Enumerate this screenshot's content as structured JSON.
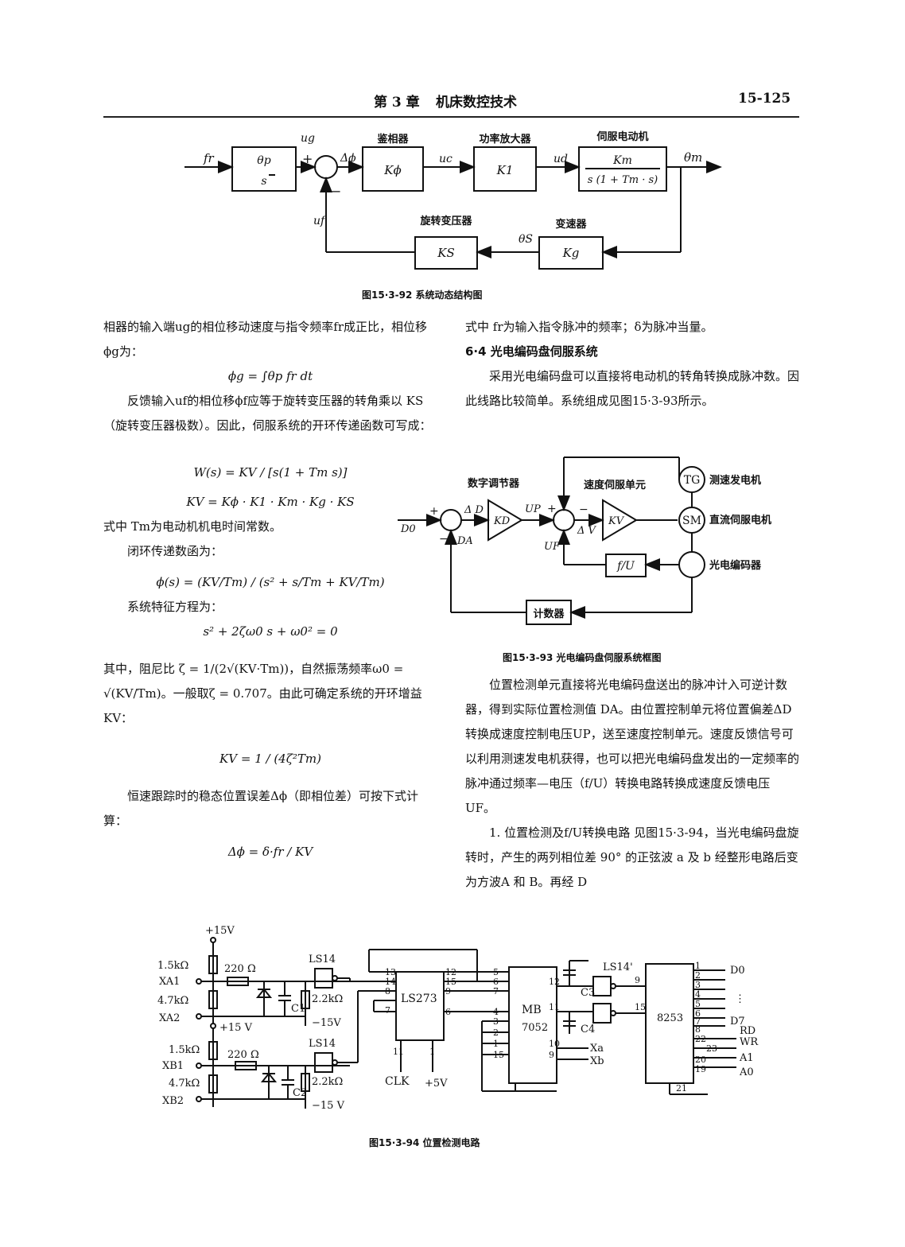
{
  "header": {
    "chapter": "第 3 章",
    "title": "机床数控技术",
    "page": "15-125"
  },
  "fig92": {
    "caption": "图15·3-92  系统动态结构图",
    "blocks": {
      "integrator_num": "θp",
      "integrator_den": "s",
      "phase_label": "鉴相器",
      "phase_gain": "Kϕ",
      "amp_label": "功率放大器",
      "amp_gain": "K1",
      "motor_label": "伺服电动机",
      "motor_num": "Km",
      "motor_den": "s (1 + Tm · s)",
      "resolver_label": "旋转变压器",
      "resolver_gain": "KS",
      "gear_label": "变速器",
      "gear_gain": "Kg"
    },
    "signals": {
      "input": "fr",
      "ug": "ug",
      "plus": "+",
      "minus": "−",
      "dphi": "Δϕ",
      "uc": "uc",
      "ud": "ud",
      "theta_m": "θm",
      "uf": "uf",
      "theta_s": "θS"
    }
  },
  "fig93": {
    "caption": "图15·3-93  光电编码盘伺服系统框图",
    "labels": {
      "digital_regulator": "数字调节器",
      "speed_unit": "速度伺服单元",
      "tg": "TG",
      "tg_label": "测速发电机",
      "sm": "SM",
      "sm_label": "直流伺服电机",
      "encoder_label": "光电编码器",
      "kd": "KD",
      "kv": "KV",
      "fu": "f/U",
      "counter": "计数器",
      "d0": "D0",
      "da": "DA",
      "dd": "Δ D",
      "up": "UP",
      "uf": "UF",
      "dv": "Δ V",
      "plus": "+",
      "minus": "−"
    }
  },
  "fig94": {
    "caption": "图15·3-94  位置检测电路",
    "labels": {
      "v15_top": "+15V",
      "v15_mid": "+15 V",
      "r1": "1.5kΩ",
      "r2": "220 Ω",
      "r3": "4.7kΩ",
      "r4": "2.2kΩ",
      "r5": "1.5kΩ",
      "r6": "220 Ω",
      "r7": "4.7kΩ",
      "r8": "2.2kΩ",
      "xa1": "XA1",
      "xa2": "XA2",
      "xb1": "XB1",
      "xb2": "XB2",
      "c1": "C1",
      "c2": "C2",
      "c3": "C3",
      "c4": "C4",
      "vm15a": "−15V",
      "vm15b": "−15 V",
      "ls14a": "LS14",
      "ls14b": "LS14",
      "ls14c": "LS14'",
      "ls273": "LS273",
      "mb": "MB",
      "mb_num": "7052",
      "chip8253": "8253",
      "clk": "CLK",
      "v5": "+5V",
      "xa": "Xa",
      "xb": "Xb",
      "d0": "D0",
      "dots": "⋮",
      "d7": "D7",
      "rd": "RD",
      "wr": "WR",
      "a1": "A1",
      "a0": "A0",
      "pins": [
        "13",
        "14",
        "8",
        "7",
        "12",
        "15",
        "9",
        "6",
        "5",
        "6",
        "7",
        "4",
        "3",
        "2",
        "1",
        "15",
        "11",
        "1",
        "12",
        "11",
        "10",
        "9",
        "9",
        "15",
        "1",
        "2",
        "3",
        "4",
        "5",
        "6",
        "7",
        "8",
        "22",
        "23",
        "20",
        "19",
        "21"
      ]
    }
  },
  "left_col": {
    "p1": "相器的输入端ug的相位移动速度与指令频率fr成正比，相位移ϕg为：",
    "eq1": "ϕg = ∫θp fr dt",
    "p2": "反馈输入uf的相位移ϕf应等于旋转变压器的转角乘以 KS（旋转变压器极数）。因此，伺服系统的开环传递函数可写成：",
    "eq2": "W(s) = KV / [s(1 + Tm s)]",
    "eq3": "KV = Kϕ · K1 · Km · Kg · KS",
    "p3": "式中   Tm为电动机机电时间常数。",
    "p4": "闭环传递数函为：",
    "eq4": "ϕ(s) = (KV/Tm) / (s² + s/Tm + KV/Tm)",
    "p5": "系统特征方程为：",
    "eq5": "s² + 2ζω0 s + ω0² = 0",
    "p6": "其中，阻尼比 ζ = 1/(2√(KV·Tm))，自然振荡频率ω0 = √(KV/Tm)。一般取ζ = 0.707。由此可确定系统的开环增益KV：",
    "eq6": "KV = 1 / (4ζ²Tm)",
    "p7": "恒速跟踪时的稳态位置误差Δϕ（即相位差）可按下式计算：",
    "eq7": "Δϕ = δ·fr / KV"
  },
  "right_col": {
    "p1": "式中   fr为输入指令脉冲的频率；δ为脉冲当量。",
    "heading": "6·4   光电编码盘伺服系统",
    "p2": "采用光电编码盘可以直接将电动机的转角转换成脉冲数。因此线路比较简单。系统组成见图15·3-93所示。",
    "p3": "位置检测单元直接将光电编码盘送出的脉冲计入可逆计数器，得到实际位置检测值 DA。由位置控制单元将位置偏差ΔD转换成速度控制电压UP，送至速度控制单元。速度反馈信号可以利用测速发电机获得，也可以把光电编码盘发出的一定频率的脉冲通过频率—电压（f/U）转换电路转换成速度反馈电压UF。",
    "p4": "1. 位置检测及f/U转换电路   见图15·3-94，当光电编码盘旋转时，产生的两列相位差 90° 的正弦波 a 及 b 经整形电路后变为方波A 和 B。再经 D"
  }
}
